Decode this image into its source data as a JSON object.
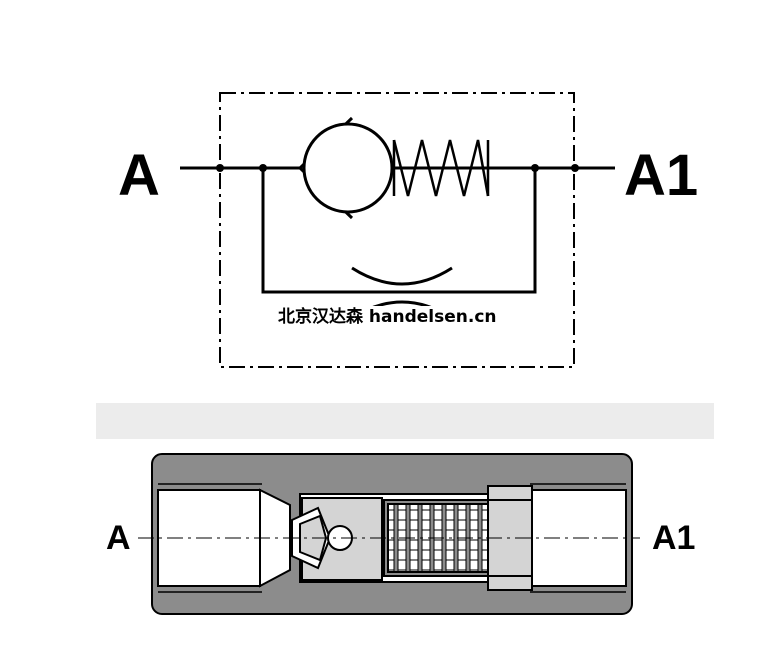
{
  "schematic": {
    "port_in": "A",
    "port_out": "A1"
  },
  "section": {
    "port_in": "A",
    "port_out": "A1"
  },
  "watermark": "北京汉达森 handelsen.cn",
  "colors": {
    "line": "#000000",
    "body_fill": "#8c8c8c",
    "body_band": "#ececec",
    "spring": "#ffffff"
  }
}
